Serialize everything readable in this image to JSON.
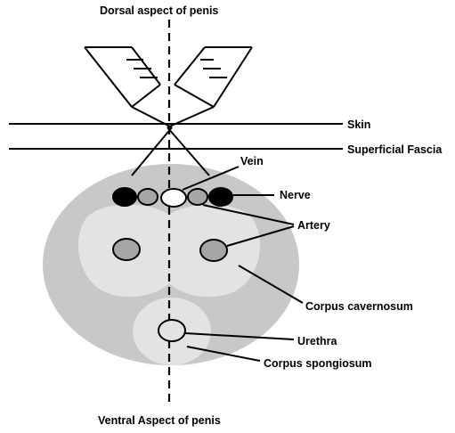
{
  "labels": {
    "dorsal": "Dorsal aspect of penis",
    "ventral": "Ventral Aspect of penis",
    "skin": "Skin",
    "fascia": "Superficial Fascia",
    "vein": "Vein",
    "nerve": "Nerve",
    "artery": "Artery",
    "cavernosum": "Corpus cavernosum",
    "urethra": "Urethra",
    "spongiosum": "Corpus spongiosum"
  },
  "colors": {
    "outer_tissue": "#c8c8c8",
    "inner_tissue": "#e3e3e3",
    "nerve": "#000000",
    "artery": "#a6a6a6",
    "vein": "#ffffff",
    "lines": "#000000"
  }
}
